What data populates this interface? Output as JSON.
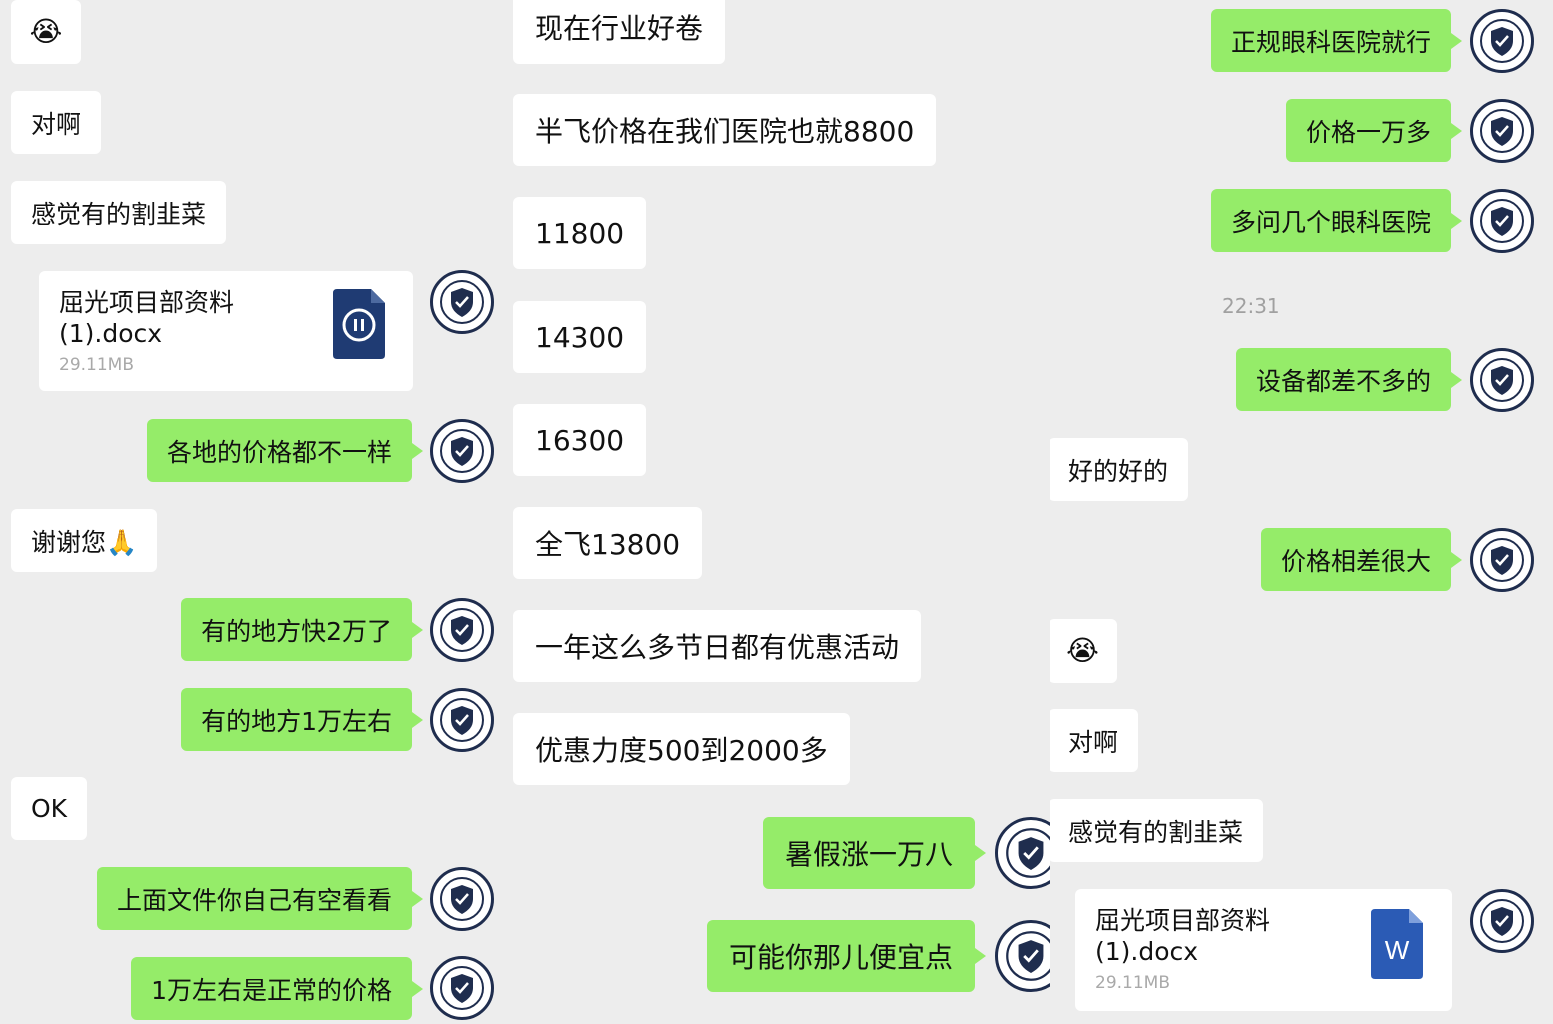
{
  "col1": {
    "messages": [
      {
        "kind": "emoji",
        "text": "😭"
      },
      {
        "kind": "received",
        "text": "对啊"
      },
      {
        "kind": "received",
        "text": "感觉有的割韭菜"
      },
      {
        "kind": "file",
        "name": "屈光项目部资料\n(1).docx",
        "size": "29.11MB",
        "icon": "pause-circle-icon"
      },
      {
        "kind": "sent",
        "text": "各地的价格都不一样"
      },
      {
        "kind": "received",
        "text": "谢谢您🙏"
      },
      {
        "kind": "sent",
        "text": "有的地方快2万了"
      },
      {
        "kind": "sent",
        "text": "有的地方1万左右"
      },
      {
        "kind": "received",
        "text": "OK"
      },
      {
        "kind": "sent",
        "text": "上面文件你自己有空看看"
      },
      {
        "kind": "sent",
        "text": "1万左右是正常的价格"
      }
    ]
  },
  "col2": {
    "messages": [
      {
        "kind": "received",
        "text": "现在行业好卷"
      },
      {
        "kind": "received",
        "text": "半飞价格在我们医院也就8800"
      },
      {
        "kind": "received",
        "text": "11800"
      },
      {
        "kind": "received",
        "text": "14300"
      },
      {
        "kind": "received",
        "text": "16300"
      },
      {
        "kind": "received",
        "text": "全飞13800"
      },
      {
        "kind": "received",
        "text": "一年这么多节日都有优惠活动"
      },
      {
        "kind": "received",
        "text": "优惠力度500到2000多"
      },
      {
        "kind": "sent",
        "text": "暑假涨一万八"
      },
      {
        "kind": "sent",
        "text": "可能你那儿便宜点"
      }
    ]
  },
  "col3": {
    "messages": [
      {
        "kind": "sent",
        "text": "正规眼科医院就行"
      },
      {
        "kind": "sent",
        "text": "价格一万多"
      },
      {
        "kind": "sent",
        "text": "多问几个眼科医院"
      },
      {
        "kind": "time",
        "text": "22:31"
      },
      {
        "kind": "sent",
        "text": "设备都差不多的"
      },
      {
        "kind": "received",
        "text": "好的好的"
      },
      {
        "kind": "sent",
        "text": "价格相差很大"
      },
      {
        "kind": "emoji",
        "text": "😭"
      },
      {
        "kind": "received",
        "text": "对啊"
      },
      {
        "kind": "received",
        "text": "感觉有的割韭菜"
      },
      {
        "kind": "file",
        "name": "屈光项目部资料\n(1).docx",
        "size": "29.11MB",
        "icon": "word-document-icon",
        "icon_letter": "W"
      }
    ]
  },
  "colors": {
    "background": "#ededed",
    "sent_bubble": "#95ec69",
    "received_bubble": "#ffffff",
    "file_icon": "#1f3b73",
    "word_icon": "#2b5bb5",
    "avatar_ring": "#1f2d4e"
  },
  "avatar_icon": "shield-badge-icon"
}
